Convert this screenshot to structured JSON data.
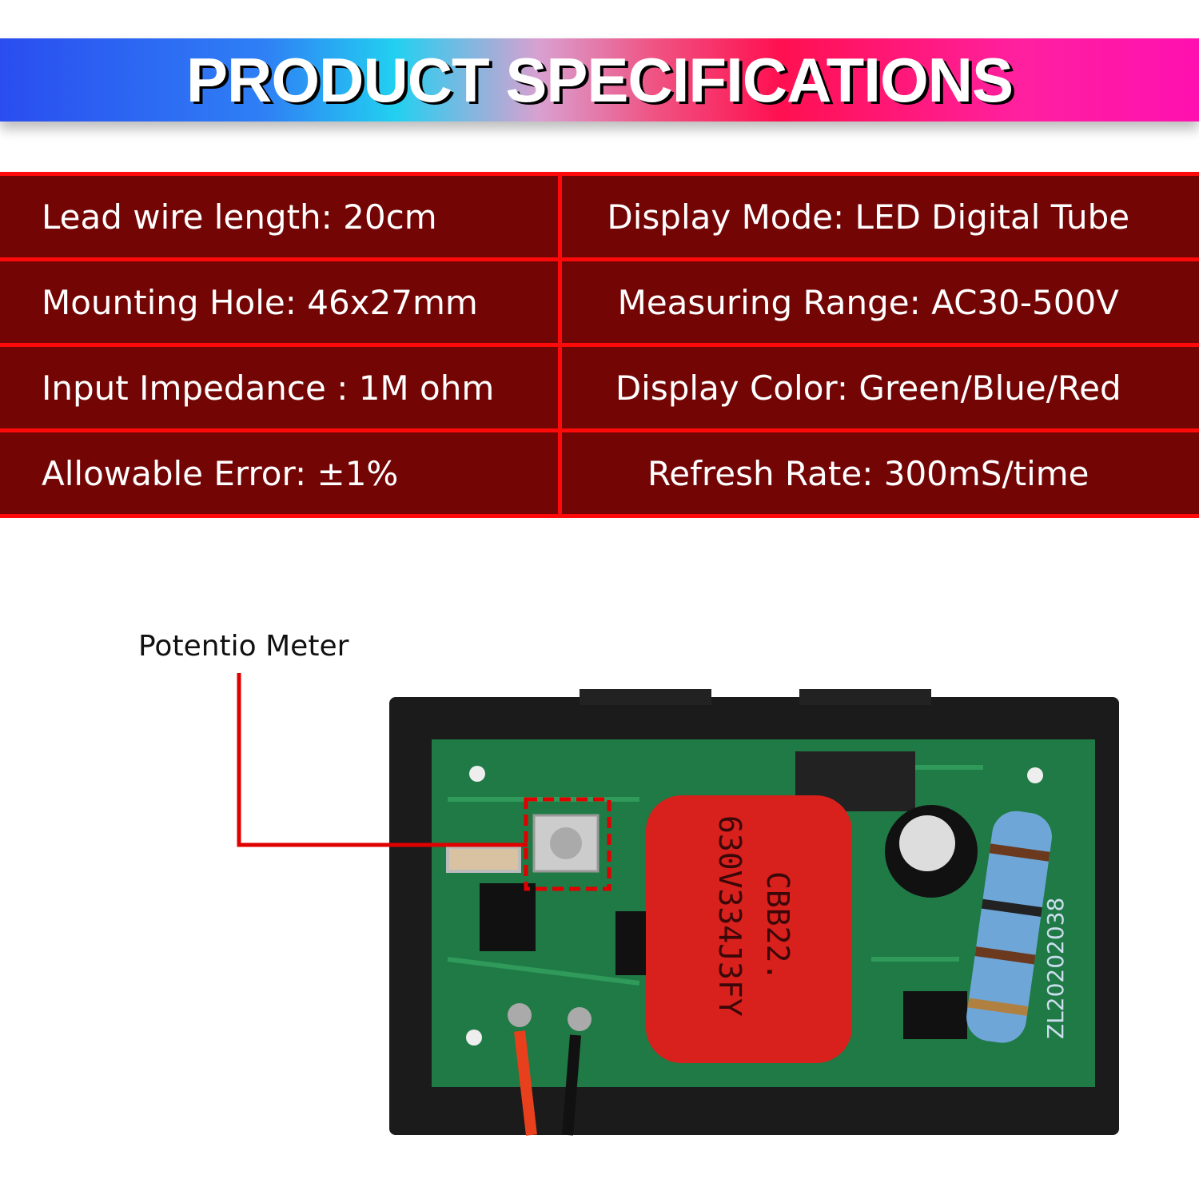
{
  "banner": {
    "title": "PRODUCT SPECIFICATIONS"
  },
  "specs": {
    "rows": [
      {
        "left": "Lead wire length: 20cm",
        "right": "Display Mode: LED Digital Tube"
      },
      {
        "left": "Mounting Hole: 46x27mm",
        "right": "Measuring Range: AC30-500V"
      },
      {
        "left": "Input Impedance : 1M ohm",
        "right": "Display Color: Green/Blue/Red"
      },
      {
        "left": "Allowable Error: ±1%",
        "right": "Refresh Rate: 300mS/time"
      }
    ]
  },
  "callout": {
    "label": "Potentio Meter"
  },
  "photo": {
    "capacitor_text": [
      "CBB22.",
      "630V334J3FY"
    ],
    "board_text": "ZL20202038"
  },
  "colors": {
    "table_bg": "#740505",
    "table_border": "#ff0a0a",
    "callout": "#e00000",
    "pcb": "#1f7a45"
  }
}
